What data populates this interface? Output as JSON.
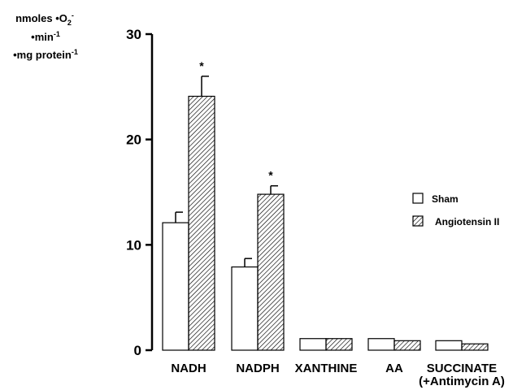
{
  "chart_data": {
    "type": "bar",
    "ylabel_lines": [
      {
        "parts": [
          {
            "t": "nmoles •O"
          },
          {
            "t": "2",
            "sub": true
          },
          {
            "t": "-",
            "sup": true
          }
        ]
      },
      {
        "parts": [
          {
            "t": "•min"
          },
          {
            "t": "-1",
            "sup": true
          }
        ]
      },
      {
        "parts": [
          {
            "t": "•mg protein"
          },
          {
            "t": "-1",
            "sup": true
          }
        ]
      }
    ],
    "ylim": [
      0,
      30
    ],
    "yticks": [
      0,
      10,
      20,
      30
    ],
    "categories": [
      "NADH",
      "NADPH",
      "XANTHINE",
      "AA",
      "SUCCINATE"
    ],
    "category_sublabels": [
      "",
      "",
      "",
      "",
      "(+Antimycin A)"
    ],
    "series": [
      {
        "name": "Sham",
        "values": [
          12.1,
          7.9,
          1.1,
          1.1,
          0.9
        ],
        "errors": [
          1.0,
          0.8,
          0,
          0,
          0
        ],
        "fill": "#ffffff",
        "pattern": "none"
      },
      {
        "name": "Angiotensin II",
        "values": [
          24.1,
          14.8,
          1.1,
          0.9,
          0.6
        ],
        "errors": [
          1.9,
          0.8,
          0,
          0,
          0
        ],
        "fill": "#ffffff",
        "pattern": "hatch"
      }
    ],
    "annotations": [
      {
        "category": "NADH",
        "series": 1,
        "text": "*"
      },
      {
        "category": "NADPH",
        "series": 1,
        "text": "*"
      }
    ],
    "legend_position": "right",
    "grid": false
  }
}
